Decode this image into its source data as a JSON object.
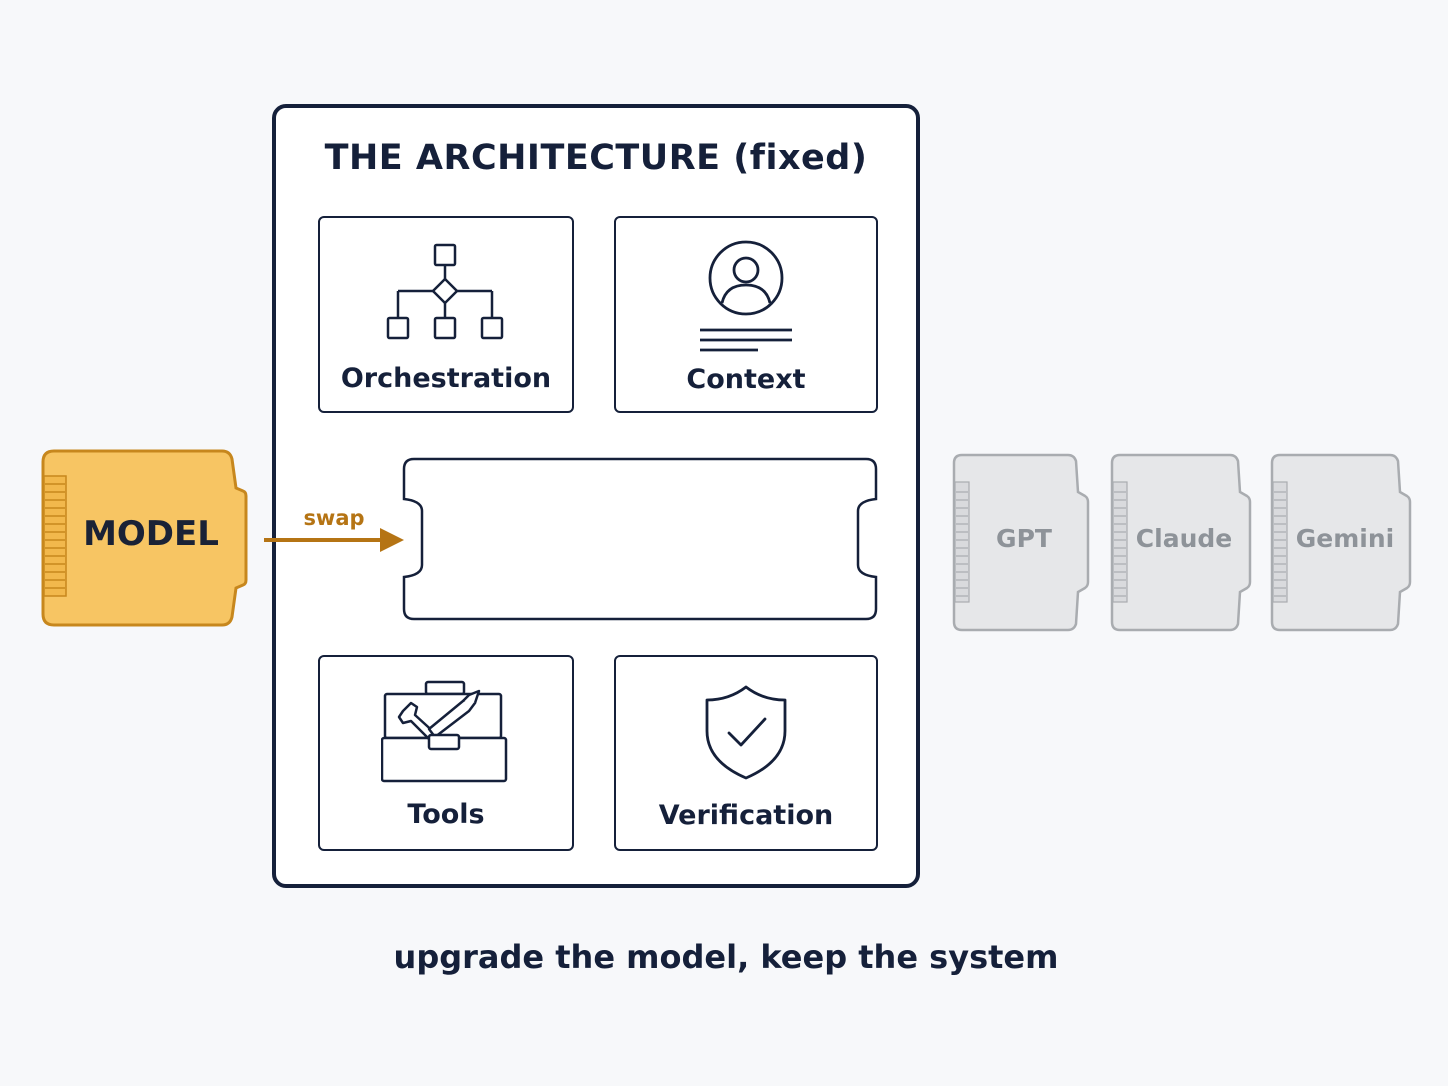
{
  "architecture": {
    "title": "THE ARCHITECTURE (fixed)",
    "components": [
      {
        "label": "Orchestration",
        "icon": "flowchart-icon"
      },
      {
        "label": "Context",
        "icon": "user-profile-icon"
      },
      {
        "label": "Tools",
        "icon": "toolbox-icon"
      },
      {
        "label": "Verification",
        "icon": "shield-check-icon"
      }
    ],
    "model_slot": {
      "state": "empty"
    }
  },
  "model": {
    "label": "MODEL",
    "color": "#f7c563"
  },
  "swap": {
    "label": "swap",
    "color": "#b57414"
  },
  "alternatives": [
    {
      "label": "GPT"
    },
    {
      "label": "Claude"
    },
    {
      "label": "Gemini"
    }
  ],
  "caption": "upgrade the model, keep the system",
  "colors": {
    "ink": "#15203a",
    "inactive": "#8e9399",
    "background": "#f7f8fa"
  }
}
